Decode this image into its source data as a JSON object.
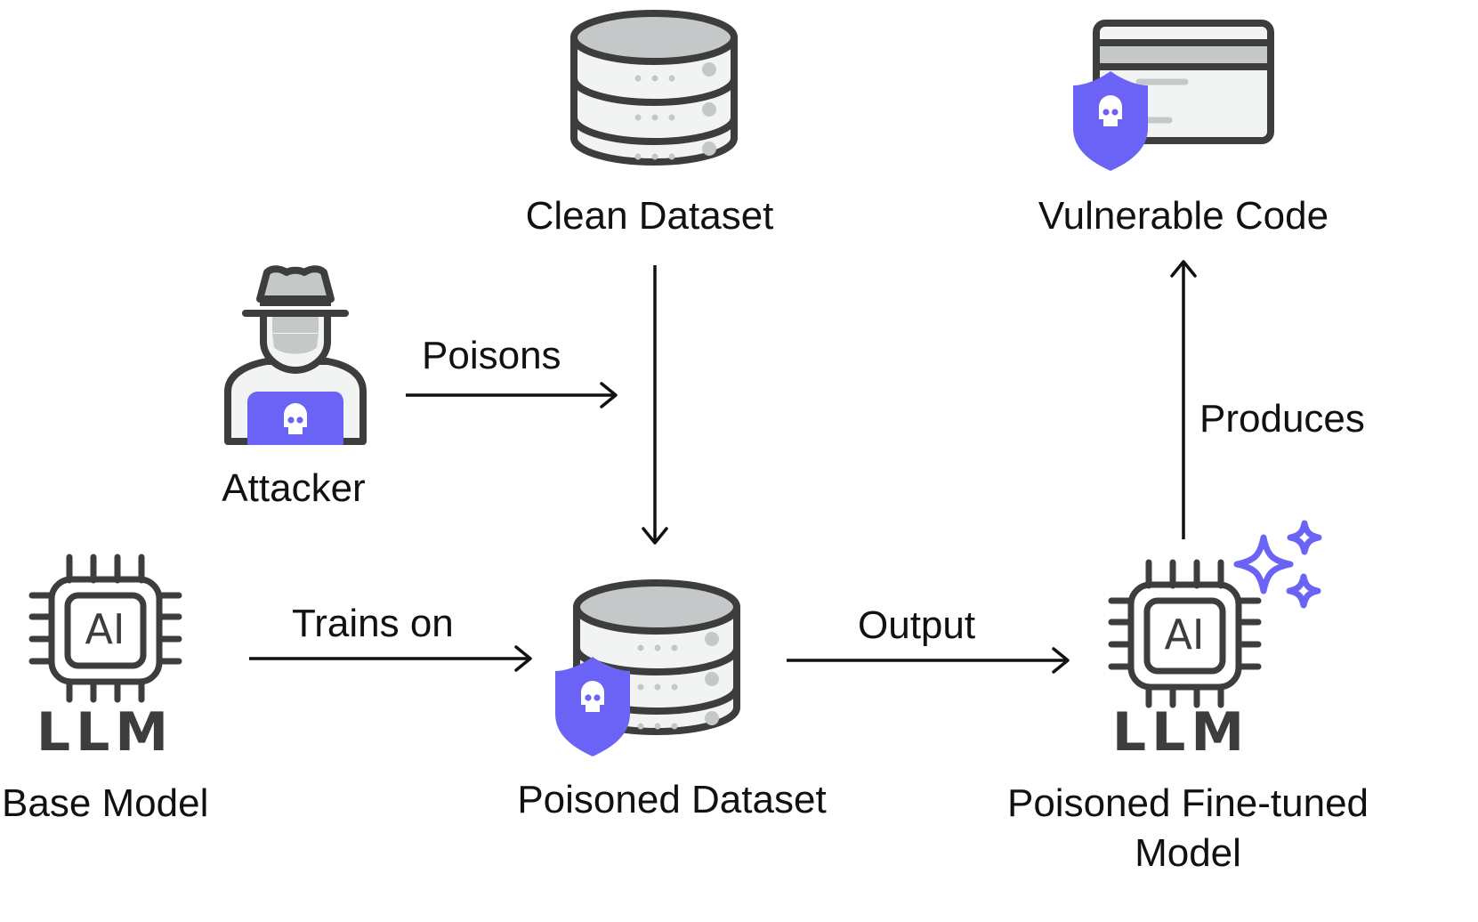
{
  "nodes": {
    "clean_dataset": {
      "label": "Clean Dataset",
      "icon": "database-icon"
    },
    "vulnerable_code": {
      "label": "Vulnerable Code",
      "icon": "code-window-with-skull-shield-icon"
    },
    "attacker": {
      "label": "Attacker",
      "icon": "hacker-with-hat-icon"
    },
    "base_model": {
      "label": "Base Model",
      "icon": "ai-chip-llm-icon",
      "chip_text": "AI",
      "badge_text": "LLM"
    },
    "poisoned_dataset": {
      "label": "Poisoned Dataset",
      "icon": "database-with-skull-shield-icon"
    },
    "poisoned_model": {
      "label_line1": "Poisoned Fine-tuned",
      "label_line2": "Model",
      "icon": "ai-chip-llm-sparkles-icon",
      "chip_text": "AI",
      "badge_text": "LLM"
    }
  },
  "edges": {
    "poisons": "Poisons",
    "trains_on": "Trains on",
    "output": "Output",
    "produces": "Produces"
  },
  "colors": {
    "accent": "#6b63f6",
    "stroke": "#3d3d3d",
    "fill_gray": "#c5c8c8",
    "fill_light": "#f2f3f3",
    "text": "#111111"
  }
}
